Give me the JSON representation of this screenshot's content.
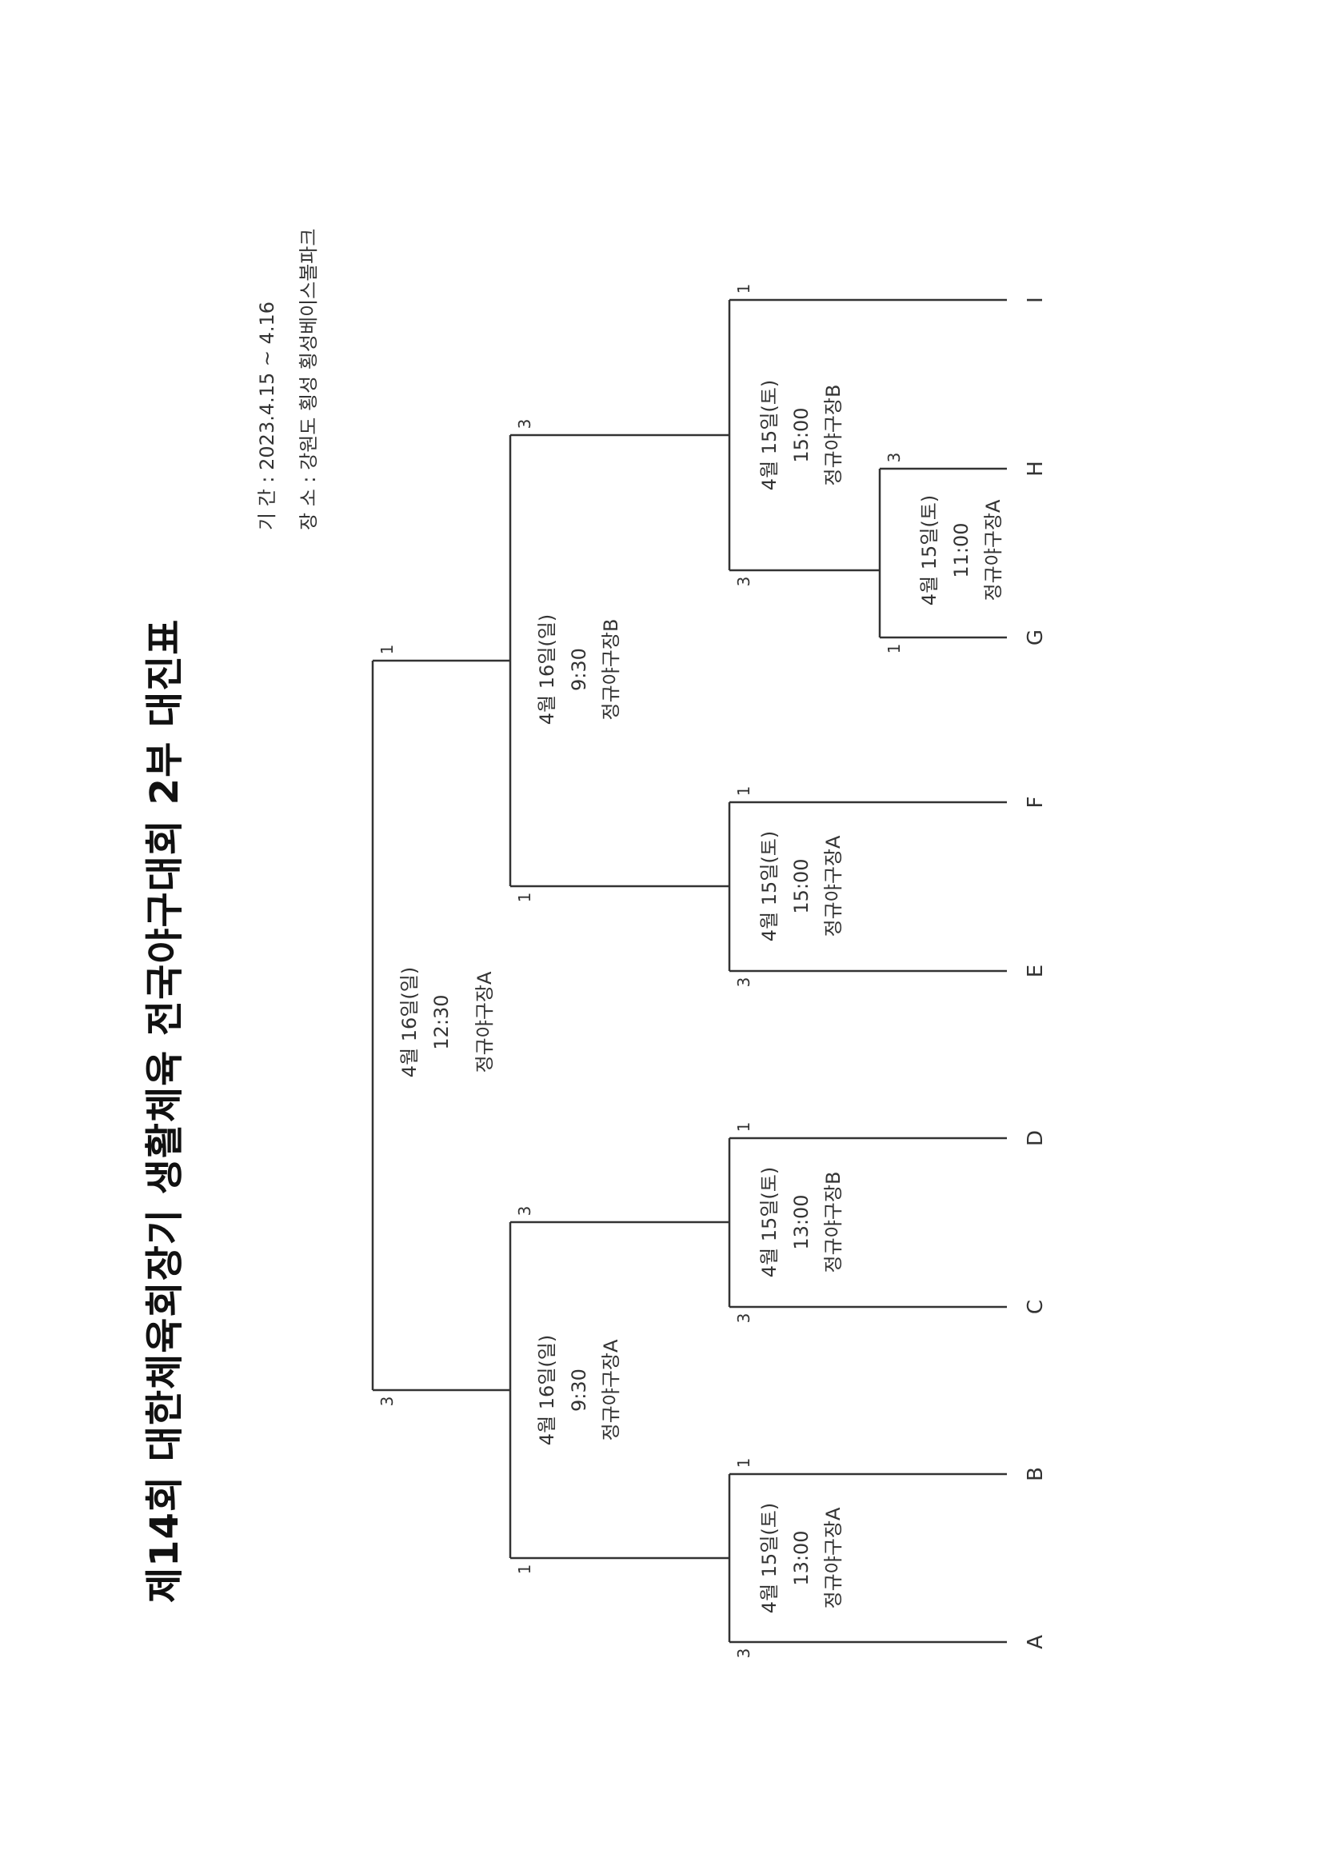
{
  "title": "제14회 대한체육회장기 생활체육 전국야구대회 2부 대진표",
  "info": {
    "period": "기 간 : 2023.4.15 ~ 4.16",
    "venue": "장 소 : 강원도 횡성 횡성베이스볼파크"
  },
  "teams": [
    "A",
    "B",
    "C",
    "D",
    "E",
    "F",
    "G",
    "H",
    "I"
  ],
  "scores": {
    "A": "3",
    "B": "1",
    "C": "3",
    "D": "1",
    "E": "3",
    "F": "1",
    "G": "1",
    "H": "3",
    "GH_winner": "3",
    "I": "1",
    "AB_winner": "1",
    "CD_winner": "3",
    "EF_winner": "1",
    "GHI_winner": "3",
    "final_left": "3",
    "final_right": "1"
  },
  "matches": {
    "AB": {
      "date": "4월 15일(토)",
      "time": "13:00",
      "field": "정규야구장A"
    },
    "CD": {
      "date": "4월 15일(토)",
      "time": "13:00",
      "field": "정규야구장B"
    },
    "EF": {
      "date": "4월 15일(토)",
      "time": "15:00",
      "field": "정규야구장A"
    },
    "GH": {
      "date": "4월 15일(토)",
      "time": "11:00",
      "field": "정규야구장A"
    },
    "GHI": {
      "date": "4월 15일(토)",
      "time": "15:00",
      "field": "정규야구장B"
    },
    "SF1": {
      "date": "4월 16일(일)",
      "time": "9:30",
      "field": "정규야구장A"
    },
    "SF2": {
      "date": "4월 16일(일)",
      "time": "9:30",
      "field": "정규야구장B"
    },
    "FINAL": {
      "date": "4월 16일(일)",
      "time": "12:30",
      "field": "정규야구장A"
    }
  }
}
